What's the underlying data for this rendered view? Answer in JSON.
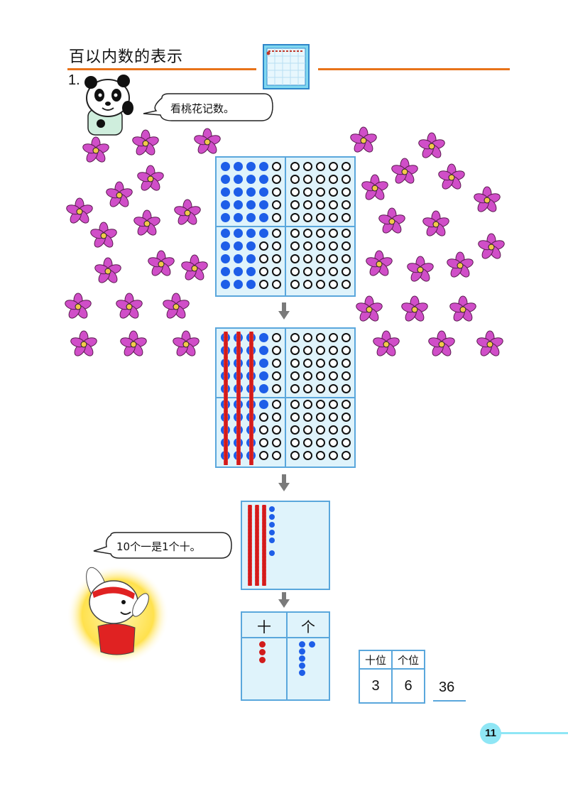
{
  "header": {
    "title": "百以内数的表示"
  },
  "exercise": {
    "number": "1."
  },
  "panda": {
    "speech": "看桃花记数。"
  },
  "rabbit": {
    "speech": "10个一是1个十。"
  },
  "place_value_chart": {
    "tens_header": "十",
    "ones_header": "个",
    "tens_count": 3,
    "ones_count": 6
  },
  "answer_table": {
    "headers": [
      "十位",
      "个位"
    ],
    "values": [
      "3",
      "6"
    ],
    "result": "36"
  },
  "page": {
    "number": "11"
  },
  "counting": {
    "filled": 36,
    "total": 100,
    "bundled_tens": 3
  },
  "colors": {
    "accent": "#e8731a",
    "blue": "#1e5ee8",
    "red": "#d11c1c",
    "frame": "#5aa7dc",
    "flower": "#d04ec8"
  }
}
